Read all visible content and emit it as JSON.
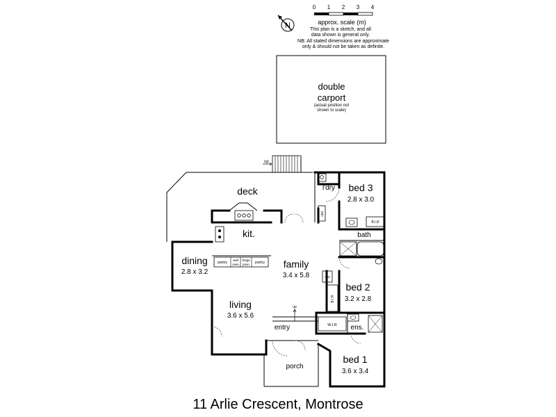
{
  "plan": {
    "title": "11 Arlie Crescent, Montrose",
    "scale": {
      "ticks": [
        "0",
        "1",
        "2",
        "3",
        "4"
      ],
      "label": "approx. scale (m)",
      "note1": "This plan is a sketch, and all",
      "note2": "data shown is general only.",
      "note3": "NB: All stated dimensions are approximate",
      "note4": "only & should not be taken as definite."
    },
    "compass": {
      "letter": "N"
    },
    "carport": {
      "line1": "double",
      "line2": "carport",
      "note1": "(actual position not",
      "note2": "shown to scale)"
    },
    "rooms": {
      "deck": "deck",
      "kit": "kit.",
      "dining": {
        "name": "dining",
        "size": "2.8 x 3.2"
      },
      "living": {
        "name": "living",
        "size": "3.6 x 5.6"
      },
      "family": {
        "name": "family",
        "size": "3.4 x 5.8"
      },
      "bed3": {
        "name": "bed 3",
        "size": "2.8 x 3.0"
      },
      "bed2": {
        "name": "bed 2",
        "size": "3.2 x 2.8"
      },
      "bed1": {
        "name": "bed 1",
        "size": "3.6 x 3.4"
      },
      "ldry": "l'dry",
      "bath": "bath",
      "entry": "entry",
      "ens": "ens.",
      "porch": "porch"
    },
    "small": {
      "up_stairs": "up",
      "up_entry": "up",
      "pantry1": "pantry",
      "wall_oven_1": "wall",
      "wall_oven_2": "oven",
      "fridge_1": "fridge",
      "fridge_2": "posn",
      "pantry2": "pantry",
      "bir": "B.I.R",
      "wir": "W.I.R",
      "bir_bed2": "B I R",
      "cbd1": "cbd",
      "cbd2": "cbd"
    }
  }
}
